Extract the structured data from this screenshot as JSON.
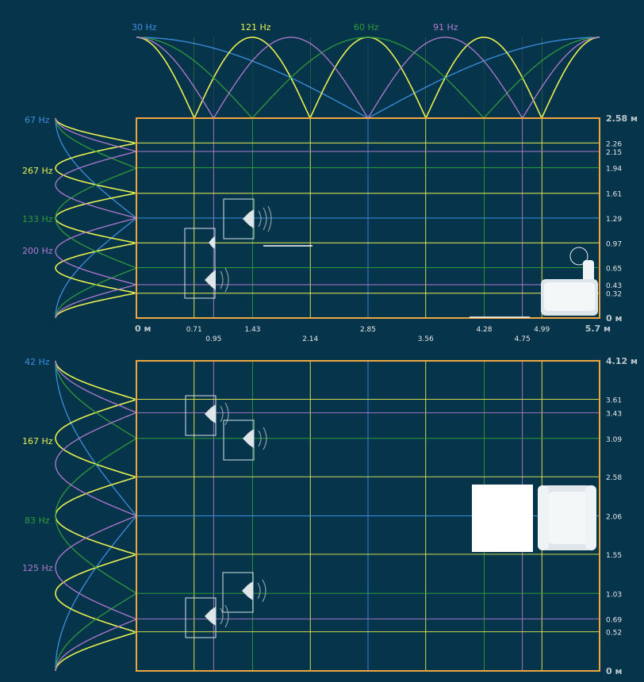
{
  "colors": {
    "background": "#06344a",
    "room_border": "#f0a640",
    "blue": "#3a8fe0",
    "yellow": "#e8f050",
    "green": "#2e9a3a",
    "purple": "#b07ad0"
  },
  "top_modes": {
    "labels": [
      "30 Hz",
      "121 Hz",
      "60 Hz",
      "91 Hz"
    ],
    "label_colors": [
      "blue",
      "yellow",
      "green",
      "purple"
    ],
    "mode_orders": [
      1,
      4,
      2,
      3
    ]
  },
  "side_view": {
    "mode_labels": [
      "67 Hz",
      "267 Hz",
      "133 Hz",
      "200 Hz"
    ],
    "mode_colors": [
      "blue",
      "yellow",
      "green",
      "purple"
    ],
    "mode_orders": [
      1,
      4,
      2,
      3
    ],
    "width_m": 5.7,
    "height_m": 2.58,
    "x_ticks_row1": [
      "0 м",
      "0.71",
      "1.43",
      "2.85",
      "4.28",
      "4.99",
      "5.7 м"
    ],
    "x_ticks_row1_values": [
      0,
      0.71,
      1.43,
      2.85,
      4.28,
      4.99,
      5.7
    ],
    "x_ticks_row2": [
      "0.95",
      "2.14",
      "3.56",
      "4.75"
    ],
    "x_ticks_row2_values": [
      0.95,
      2.14,
      3.56,
      4.75
    ],
    "y_ticks": [
      "2.58 м",
      "2.26",
      "2.15",
      "1.94",
      "1.61",
      "1.29",
      "0.97",
      "0.65",
      "0.43",
      "0.32",
      "0 м"
    ],
    "y_ticks_values": [
      2.58,
      2.26,
      2.15,
      1.94,
      1.61,
      1.29,
      0.97,
      0.65,
      0.43,
      0.32,
      0
    ]
  },
  "top_view": {
    "mode_labels": [
      "42 Hz",
      "167 Hz",
      "83 Hz",
      "125 Hz"
    ],
    "mode_colors": [
      "blue",
      "yellow",
      "green",
      "purple"
    ],
    "mode_orders": [
      1,
      4,
      2,
      3
    ],
    "depth_m": 4.12,
    "y_ticks": [
      "4.12 м",
      "3.61",
      "3.43",
      "3.09",
      "2.58",
      "2.06",
      "1.55",
      "1.03",
      "0.69",
      "0.52",
      "0 м"
    ],
    "y_ticks_values": [
      4.12,
      3.61,
      3.43,
      3.09,
      2.58,
      2.06,
      1.55,
      1.03,
      0.69,
      0.52,
      0
    ]
  }
}
